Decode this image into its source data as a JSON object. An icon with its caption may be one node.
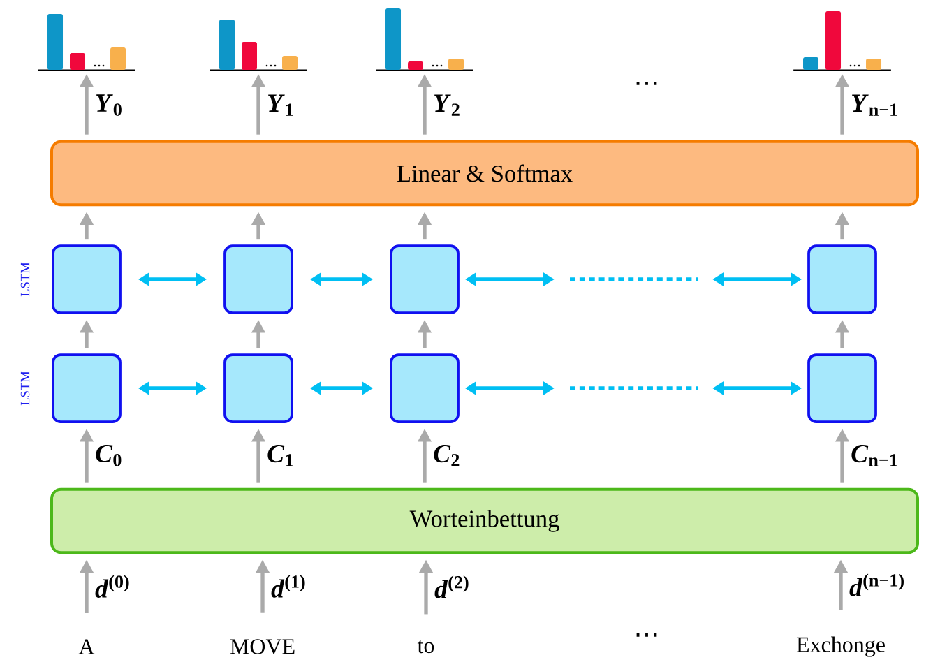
{
  "diagram": {
    "nodes": [
      {
        "text": [
          "Linear & Softmax"
        ]
      },
      {
        "text": [
          "Worteinbettung"
        ]
      },
      {
        "text": [],
        "shape": "box"
      },
      {
        "text": [],
        "shape": "box"
      },
      {
        "text": [],
        "shape": "box"
      },
      {
        "text": [],
        "shape": "box"
      },
      {
        "text": [],
        "shape": "box"
      },
      {
        "text": [],
        "shape": "box"
      },
      {
        "text": [],
        "shape": "box"
      },
      {
        "text": [],
        "shape": "box"
      },
      {
        "text": [],
        "shape": "picture"
      },
      {
        "text": [],
        "shape": "picture"
      },
      {
        "text": [],
        "shape": "picture"
      },
      {
        "text": [],
        "shape": "picture"
      },
      {
        "text": [
          "A"
        ]
      },
      {
        "text": [
          "MOVE"
        ]
      },
      {
        "text": [
          "to"
        ]
      },
      {
        "text": [
          "Exchonge"
        ]
      }
    ],
    "edges": [
      {
        "from": 14,
        "to": 1,
        "arrow": "to",
        "label": "*d*$^{(0)}$"
      },
      {
        "from": 15,
        "to": 1,
        "arrow": "to",
        "label": "*d*$^{(1)}$"
      },
      {
        "from": 16,
        "to": 1,
        "arrow": "to",
        "label": "*d*$^{(2)}$"
      },
      {
        "from": 17,
        "to": 1,
        "arrow": "to",
        "label": "*d*$^{(n−1)}$"
      },
      {
        "from": 1,
        "to": 6,
        "arrow": "to",
        "label": "*C*$_{0}$"
      },
      {
        "from": 1,
        "to": 7,
        "arrow": "to",
        "label": "*C*$_{1}$"
      },
      {
        "from": 1,
        "to": 8,
        "arrow": "to",
        "label": "*C*$_{2}$"
      },
      {
        "from": 1,
        "to": 9,
        "arrow": "to",
        "label": "*C*$_{n−1}$"
      },
      {
        "from": 6,
        "to": 2,
        "arrow": "to"
      },
      {
        "from": 7,
        "to": 3,
        "arrow": "to"
      },
      {
        "from": 8,
        "to": 4,
        "arrow": "to"
      },
      {
        "from": 9,
        "to": 5,
        "arrow": "to"
      },
      {
        "from": 2,
        "to": 0,
        "arrow": "to"
      },
      {
        "from": 3,
        "to": 0,
        "arrow": "to"
      },
      {
        "from": 4,
        "to": 0,
        "arrow": "to"
      },
      {
        "from": 5,
        "to": 0,
        "arrow": "to"
      },
      {
        "from": 0,
        "to": 10,
        "arrow": "to",
        "label": "*Y*$_{0}$"
      },
      {
        "from": 0,
        "to": 11,
        "arrow": "to",
        "label": "*Y*$_{1}$"
      },
      {
        "from": 0,
        "to": 12,
        "arrow": "to",
        "label": "*Y*$_{2}$"
      },
      {
        "from": 0,
        "to": 13,
        "arrow": "to",
        "label": "*Y*$_{n−1}$"
      },
      {
        "from": 2,
        "to": 3,
        "arrow": "both",
        "color": "#00bff3"
      },
      {
        "from": 3,
        "to": 4,
        "arrow": "both",
        "color": "#00bff3"
      },
      {
        "from": 4,
        "to": null,
        "arrow": "both",
        "color": "#00bff3"
      },
      {
        "from": null,
        "to": 5,
        "arrow": "both",
        "color": "#00bff3"
      },
      {
        "from": 6,
        "to": 7,
        "arrow": "both",
        "color": "#00bff3"
      },
      {
        "from": 7,
        "to": 8,
        "arrow": "both",
        "color": "#00bff3"
      },
      {
        "from": 8,
        "to": null,
        "arrow": "both",
        "color": "#00bff3"
      },
      {
        "from": null,
        "to": 9,
        "arrow": "both",
        "color": "#00bff3"
      }
    ],
    "labels": [
      "⋯",
      "LSTM",
      "LSTM",
      "⋯"
    ]
  }
}
